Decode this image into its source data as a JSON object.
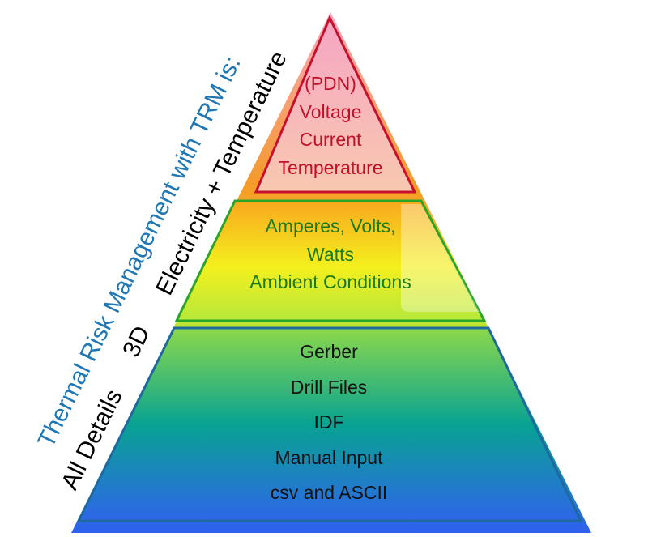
{
  "side_labels": {
    "title": "Thermal Risk Management with TRM is:",
    "electricity": "Electricity + Temperature",
    "three_d": "3D",
    "all_details": "All Details"
  },
  "levels": {
    "top": {
      "lines": [
        "(PDN)",
        "Voltage",
        "Current",
        "Temperature"
      ],
      "text_color": "#c0102a"
    },
    "middle": {
      "lines": [
        "Amperes, Volts,",
        "Watts",
        "Ambient Conditions"
      ],
      "text_color": "#1a7a1a"
    },
    "bottom": {
      "lines": [
        "Gerber",
        "Drill Files",
        "IDF",
        "Manual Input",
        "csv and ASCII"
      ],
      "text_color": "#111111"
    }
  },
  "colors": {
    "title": "#1f77b4",
    "top_border": "#c8102e",
    "middle_border": "#2aa52a",
    "bottom_border": "#1e6aa0"
  }
}
